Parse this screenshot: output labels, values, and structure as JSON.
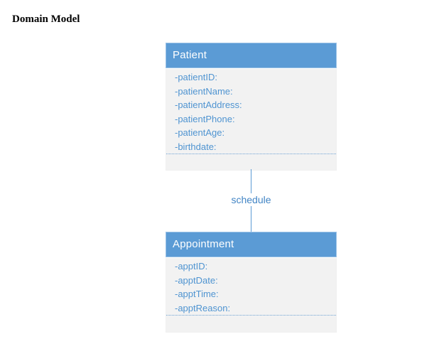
{
  "page": {
    "title": "Domain Model"
  },
  "diagram": {
    "classes": [
      {
        "name": "Patient",
        "attributes": [
          "-patientID:",
          "-patientName:",
          "-patientAddress:",
          "-patientPhone:",
          "-patientAge:",
          "-birthdate:"
        ]
      },
      {
        "name": "Appointment",
        "attributes": [
          "-apptID:",
          "-apptDate:",
          "-apptTime:",
          "-apptReason:"
        ]
      }
    ],
    "relationship": {
      "label": "schedule",
      "from": "Patient",
      "to": "Appointment"
    },
    "colors": {
      "class_header_bg": "#5b9bd5",
      "class_header_text": "#ffffff",
      "class_body_bg": "#f2f2f2",
      "attribute_text": "#4f94d1",
      "divider_dotted": "#6fa3d4",
      "connector_line": "#5b9bd5",
      "relationship_label_text": "#4285c5",
      "title_text": "#000000"
    }
  }
}
